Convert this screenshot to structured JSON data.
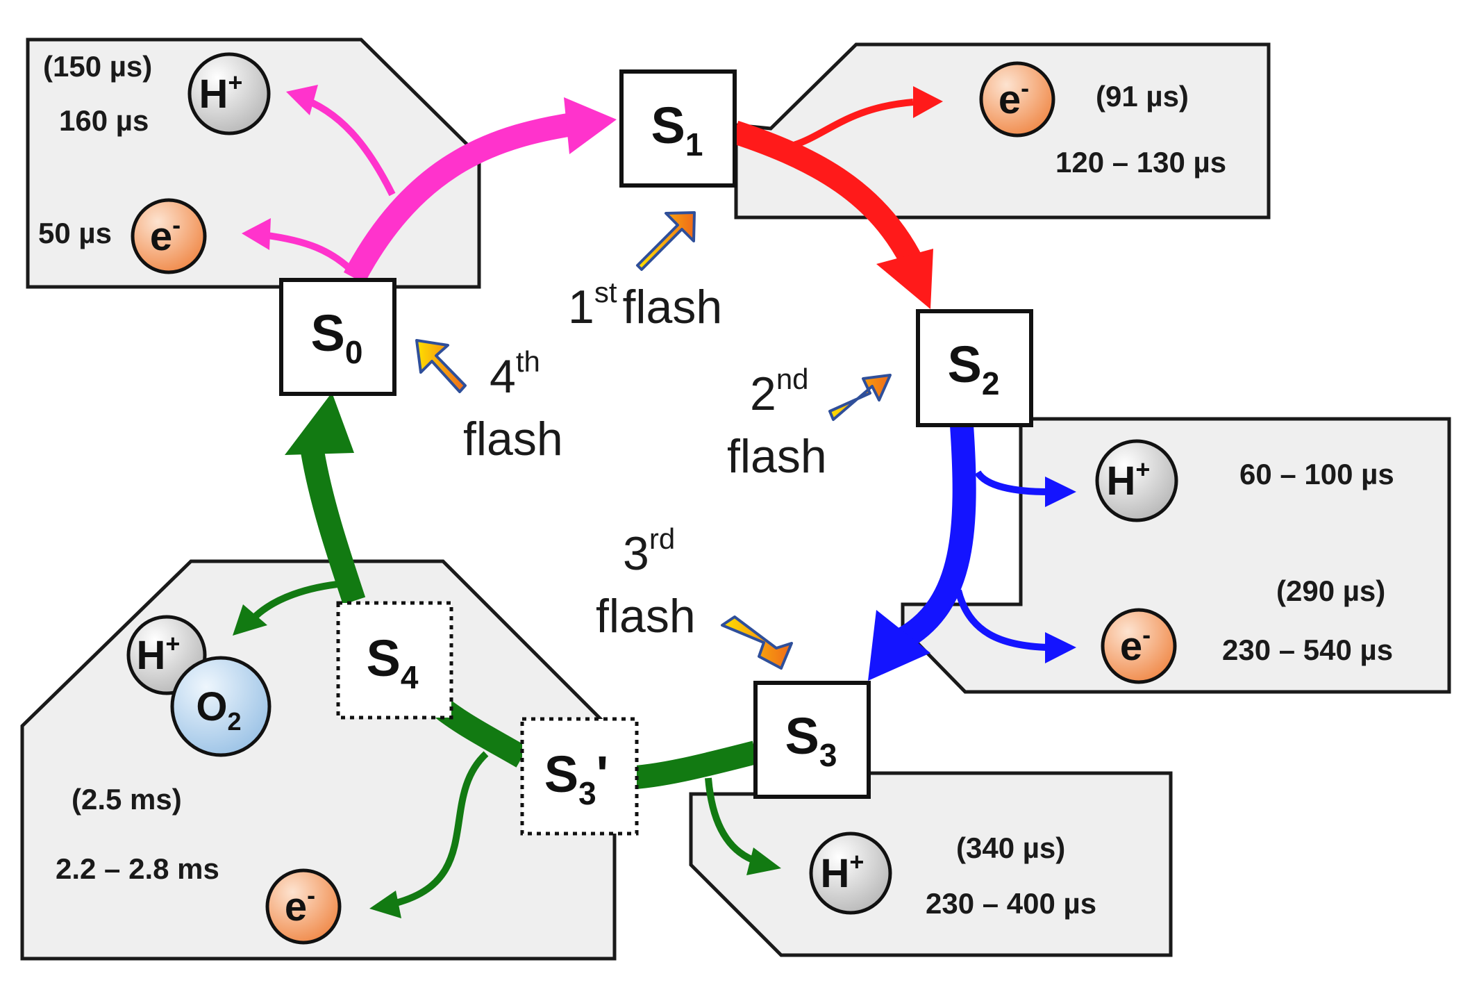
{
  "colors": {
    "s0_to_s1": "#ff33cc",
    "s1_to_s2": "#ff1a1a",
    "s2_to_s3": "#1414ff",
    "s3_to_s0": "#127a12"
  },
  "states": {
    "s0": {
      "main": "S",
      "sub": "0"
    },
    "s1": {
      "main": "S",
      "sub": "1"
    },
    "s2": {
      "main": "S",
      "sub": "2"
    },
    "s3": {
      "main": "S",
      "sub": "3"
    },
    "s3prime": {
      "main": "S",
      "sub": "3",
      "prime": "'"
    },
    "s4": {
      "main": "S",
      "sub": "4"
    }
  },
  "flashes": {
    "first": {
      "num": "1",
      "sup": "st",
      "word": "flash"
    },
    "second": {
      "num": "2",
      "sup": "nd",
      "word": "flash"
    },
    "third": {
      "num": "3",
      "sup": "rd",
      "word": "flash"
    },
    "fourth": {
      "num": "4",
      "sup": "th",
      "word": "flash"
    }
  },
  "particles": {
    "proton": {
      "main": "H",
      "sup": "+"
    },
    "electron": {
      "main": "e",
      "sup": "-"
    },
    "oxygen": {
      "main": "O",
      "sub": "2"
    }
  },
  "panels": {
    "s0": {
      "proton_time_paren": "(150 µs)",
      "proton_time": "160 µs",
      "electron_time": "50 µs"
    },
    "s1": {
      "electron_time_paren": "(91 µs)",
      "electron_time": "120 – 130 µs"
    },
    "s2": {
      "proton_time": "60 – 100 µs",
      "electron_time_paren": "(290 µs)",
      "electron_time": "230 – 540 µs"
    },
    "s3": {
      "proton_time_paren": "(340 µs)",
      "proton_time": "230 – 400 µs"
    },
    "s4": {
      "time_paren": "(2.5 ms)",
      "time": "2.2 – 2.8 ms"
    }
  }
}
